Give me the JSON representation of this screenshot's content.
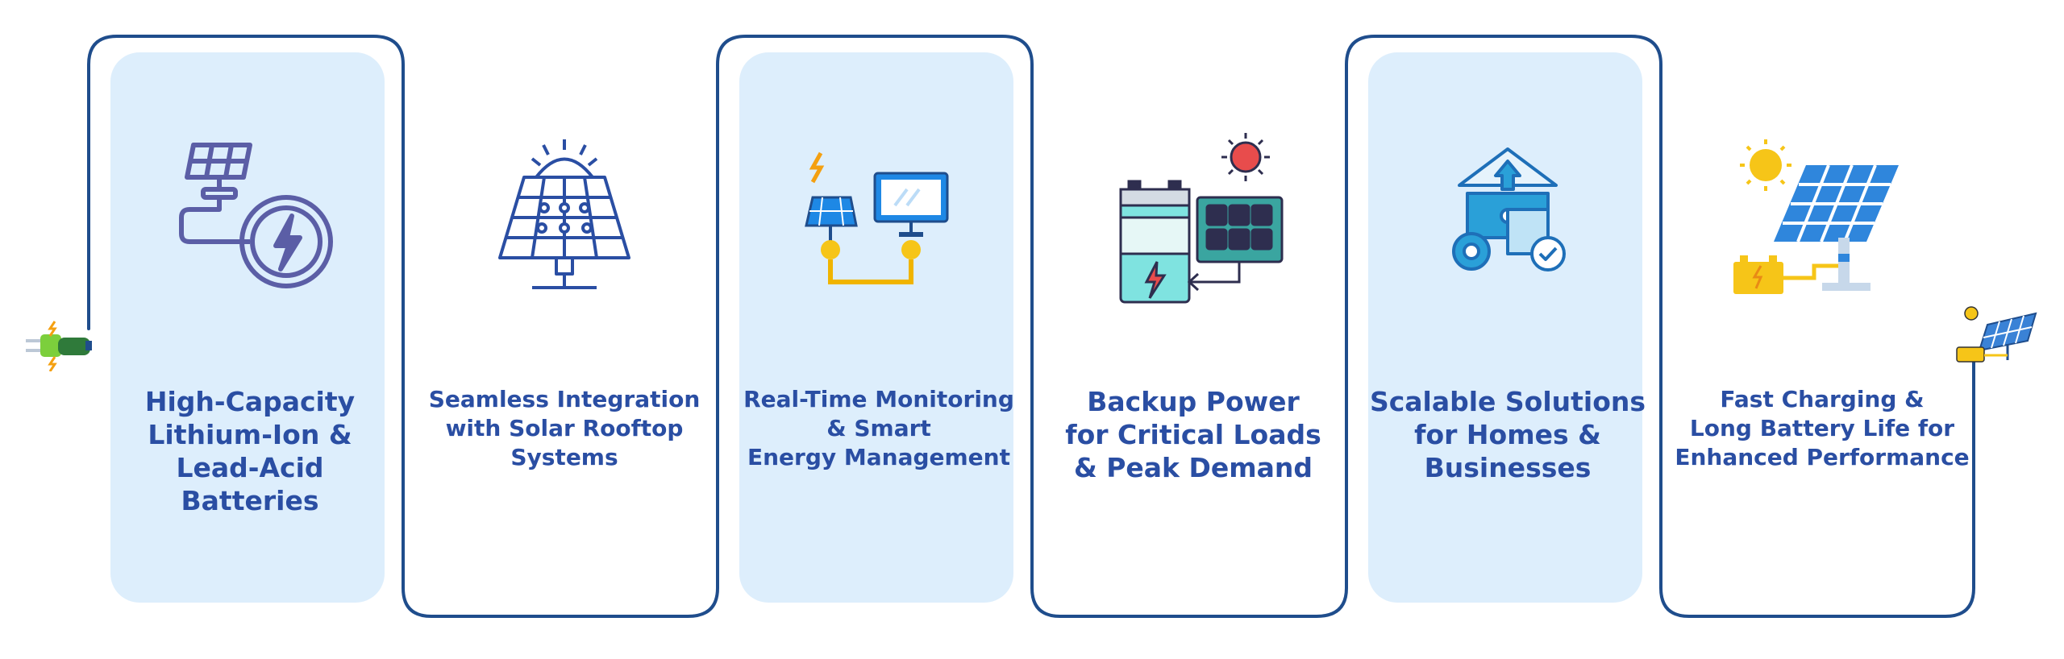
{
  "features": [
    {
      "label": "High-Capacity\nLithium-Ion &\nLead-Acid\nBatteries",
      "icon": "solar-panel-power-icon"
    },
    {
      "label": "Seamless Integration\nwith Solar Rooftop\nSystems",
      "icon": "sunrise-solar-panel-icon"
    },
    {
      "label": "Real-Time Monitoring\n& Smart\nEnergy Management",
      "icon": "solar-monitor-icon"
    },
    {
      "label": "Backup Power\nfor Critical Loads\n& Peak Demand",
      "icon": "battery-solar-backup-icon"
    },
    {
      "label": "Scalable Solutions\nfor Homes &\nBusinesses",
      "icon": "scalable-home-puzzle-icon"
    },
    {
      "label": "Fast Charging &\nLong Battery Life for\nEnhanced Performance",
      "icon": "fast-charging-solar-icon"
    }
  ],
  "colors": {
    "accent": "#2a4ea3",
    "card_fill": "#ddeefc",
    "connector": "#1f4d8c"
  }
}
